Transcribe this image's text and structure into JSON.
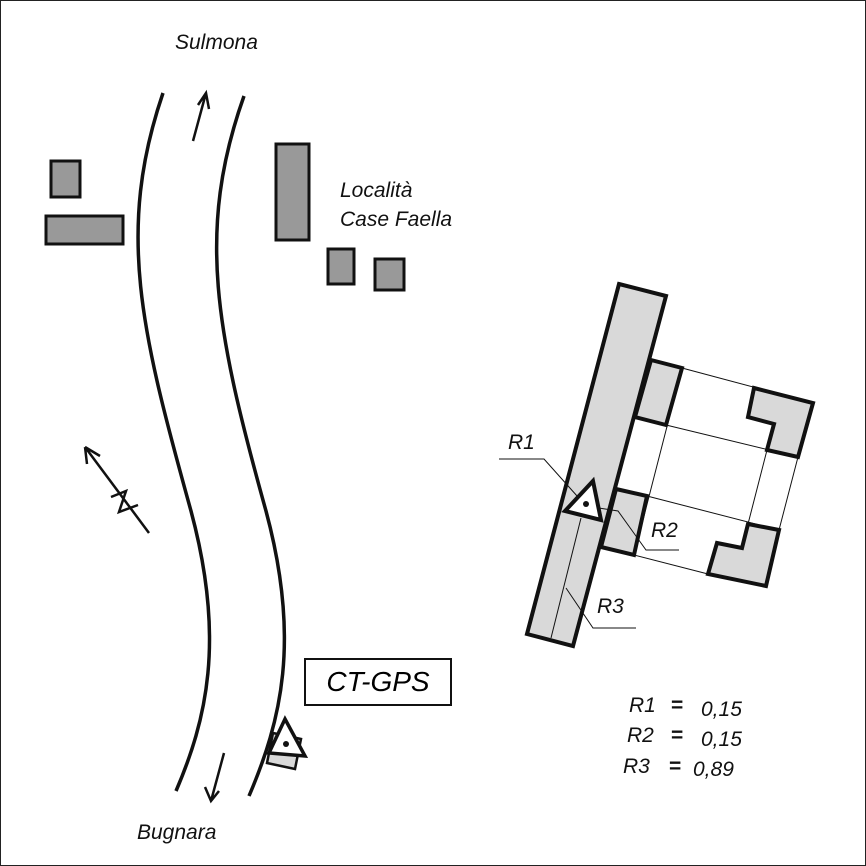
{
  "places": {
    "north": "Sulmona",
    "south": "Bugnara",
    "locality_line1": "Località",
    "locality_line2": "Case Faella"
  },
  "station": "CT-GPS",
  "legend": {
    "r1_label": "R1",
    "r2_label": "R2",
    "r3_label": "R3",
    "rows": [
      {
        "label": "R1",
        "eq": "=",
        "value": "0,15"
      },
      {
        "label": "R2",
        "eq": "=",
        "value": "0,15"
      },
      {
        "label": "R3",
        "eq": "=",
        "value": "0,89"
      }
    ]
  },
  "colors": {
    "building": "#999999",
    "light": "#d9d9d9",
    "line": "#111111"
  }
}
